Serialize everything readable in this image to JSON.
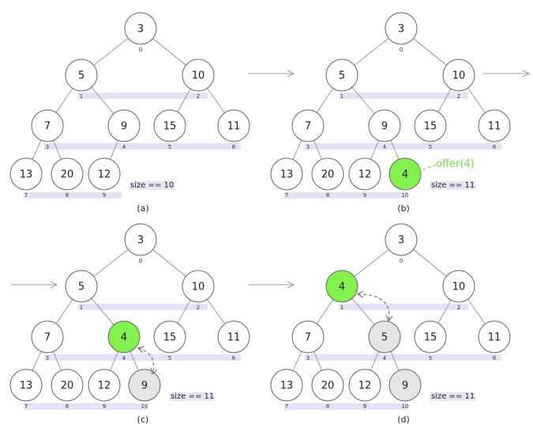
{
  "panels": [
    {
      "caption": "(a)",
      "size_label": "size == 10",
      "nodes": [
        "3",
        "5",
        "10",
        "7",
        "9",
        "15",
        "11",
        "13",
        "20",
        "12"
      ],
      "highlight": {},
      "offer_label": ""
    },
    {
      "caption": "(b)",
      "size_label": "size == 11",
      "nodes": [
        "3",
        "5",
        "10",
        "7",
        "9",
        "15",
        "11",
        "13",
        "20",
        "12",
        "4"
      ],
      "highlight": {
        "10": "green"
      },
      "offer_label": "offer(4)"
    },
    {
      "caption": "(c)",
      "size_label": "size == 11",
      "nodes": [
        "3",
        "5",
        "10",
        "7",
        "4",
        "15",
        "11",
        "13",
        "20",
        "12",
        "9"
      ],
      "highlight": {
        "4": "green",
        "10": "gray"
      },
      "offer_label": ""
    },
    {
      "caption": "(d)",
      "size_label": "size == 11",
      "nodes": [
        "3",
        "4",
        "10",
        "7",
        "5",
        "15",
        "11",
        "13",
        "20",
        "12",
        "9"
      ],
      "highlight": {
        "1": "green",
        "4": "gray",
        "10": "gray"
      },
      "offer_label": ""
    }
  ],
  "colors": {
    "node_fill": "#ffffff",
    "green": "#82f14d",
    "gray": "#e5e5e5",
    "index_bar": "#e3e3f8"
  },
  "icons": {
    "step_arrow": "right-arrow-icon",
    "swap_arrow": "dashed-swap-arrow-icon"
  }
}
